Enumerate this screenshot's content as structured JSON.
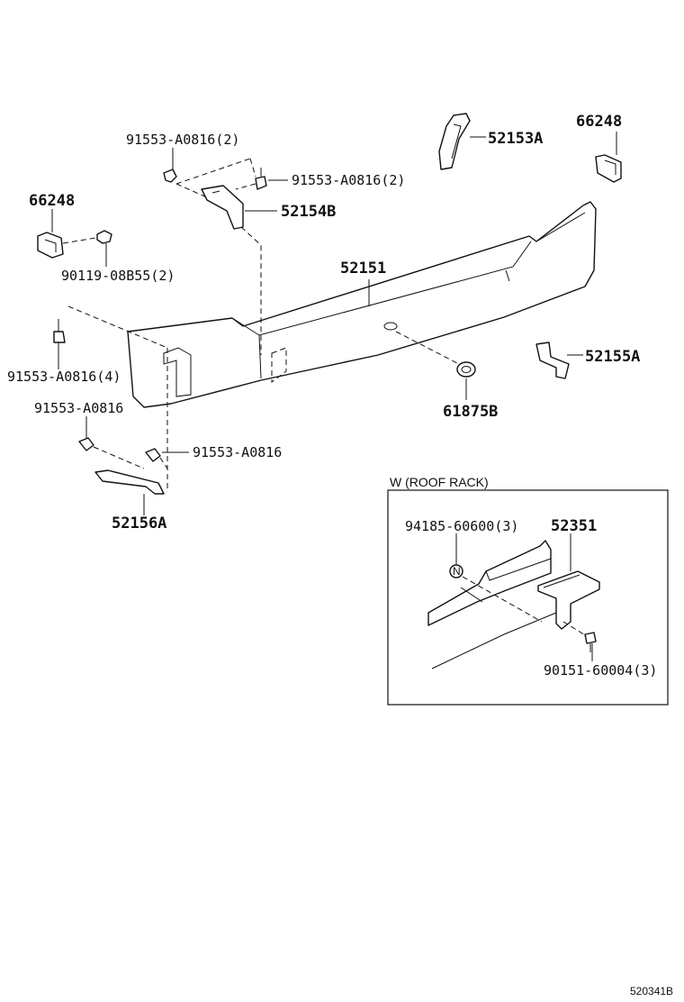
{
  "labels": {
    "bolt_top_left": "91553-A0816(2)",
    "bolt_top_right": "91553-A0816(2)",
    "bracket_52154B": "52154B",
    "retainer_66248_left": "66248",
    "clip_90119": "90119-08B55(2)",
    "spoiler_52151": "52151",
    "bracket_52153A": "52153A",
    "retainer_66248_right": "66248",
    "bolt_left_4": "91553-A0816(4)",
    "bolt_left_single": "91553-A0816",
    "bolt_center_single": "91553-A0816",
    "bracket_52155A": "52155A",
    "cap_61875B": "61875B",
    "bracket_52156A": "52156A"
  },
  "inset": {
    "title": "W (ROOF RACK)",
    "nut": "94185-60600(3)",
    "bracket": "52351",
    "screw": "90151-60004(3)",
    "nut_symbol": "N"
  },
  "reference_code": "520341B"
}
